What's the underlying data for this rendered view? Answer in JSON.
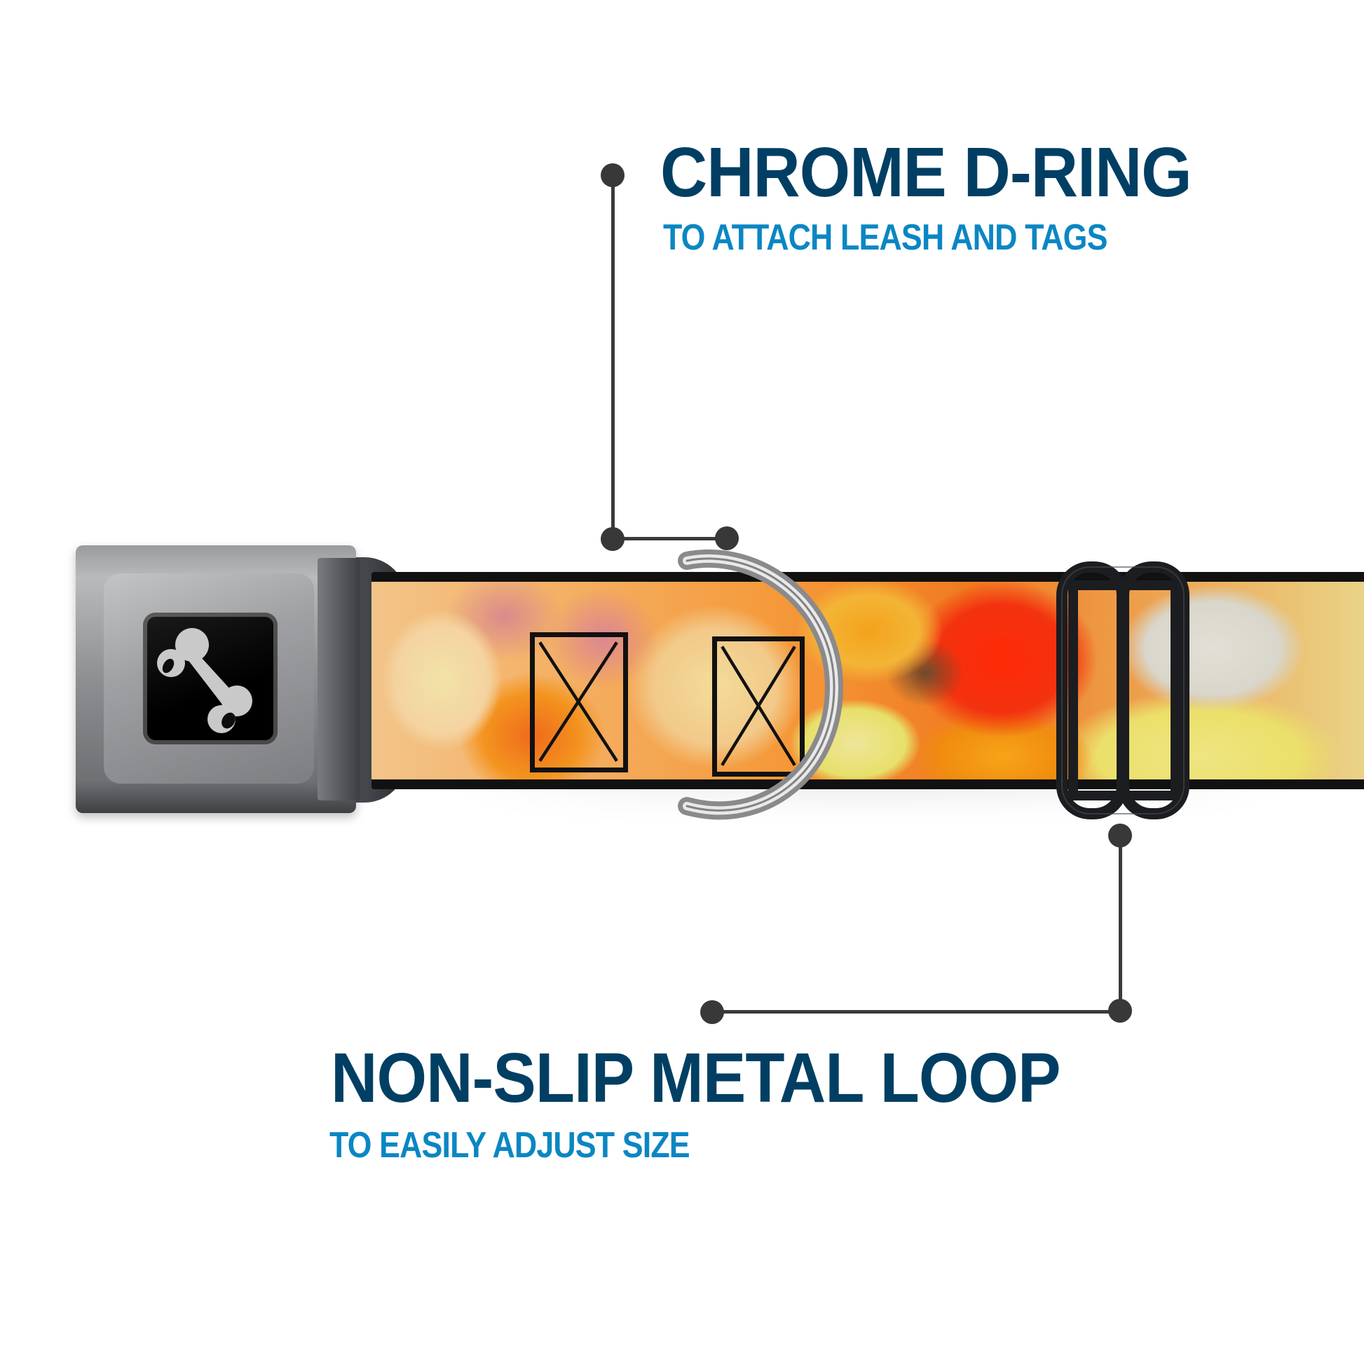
{
  "callouts": {
    "top": {
      "title": "CHROME D-RING",
      "subtitle": "TO ATTACH LEASH AND TAGS"
    },
    "bottom": {
      "title": "NON-SLIP METAL LOOP",
      "subtitle": "TO EASILY ADJUST SIZE"
    }
  },
  "product": {
    "buckle_logo_icon": "dog-bone-icon",
    "strap_pattern": "begonia-flowers",
    "features": [
      "chrome-d-ring",
      "non-slip-metal-loop",
      "seatbelt-buckle"
    ]
  },
  "colors": {
    "title": "#003f63",
    "subtitle": "#0b86c3",
    "callout_line": "#3a3a3a",
    "background": "#ffffff"
  }
}
